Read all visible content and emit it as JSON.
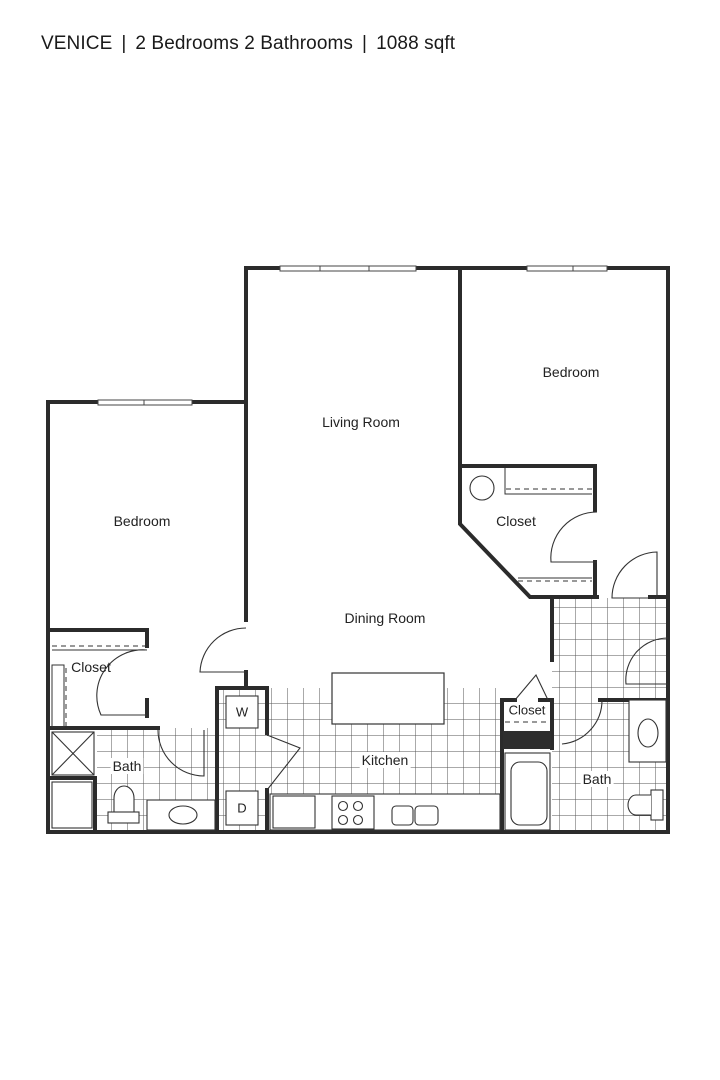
{
  "header": {
    "name": "VENICE",
    "layout": "2 Bedrooms 2 Bathrooms",
    "area": "1088 sqft",
    "separator": "|"
  },
  "rooms": {
    "living_room": "Living Room",
    "dining_room": "Dining Room",
    "bedroom_left": "Bedroom",
    "bedroom_right": "Bedroom",
    "closet_left": "Closet",
    "closet_right": "Closet",
    "closet_small": "Closet",
    "bath_left": "Bath",
    "bath_right": "Bath",
    "kitchen": "Kitchen"
  },
  "appliances": {
    "washer": "W",
    "dryer": "D"
  },
  "colors": {
    "wall": "#2b2b2b",
    "line": "#333333",
    "tile": "#555555",
    "background": "#ffffff"
  }
}
